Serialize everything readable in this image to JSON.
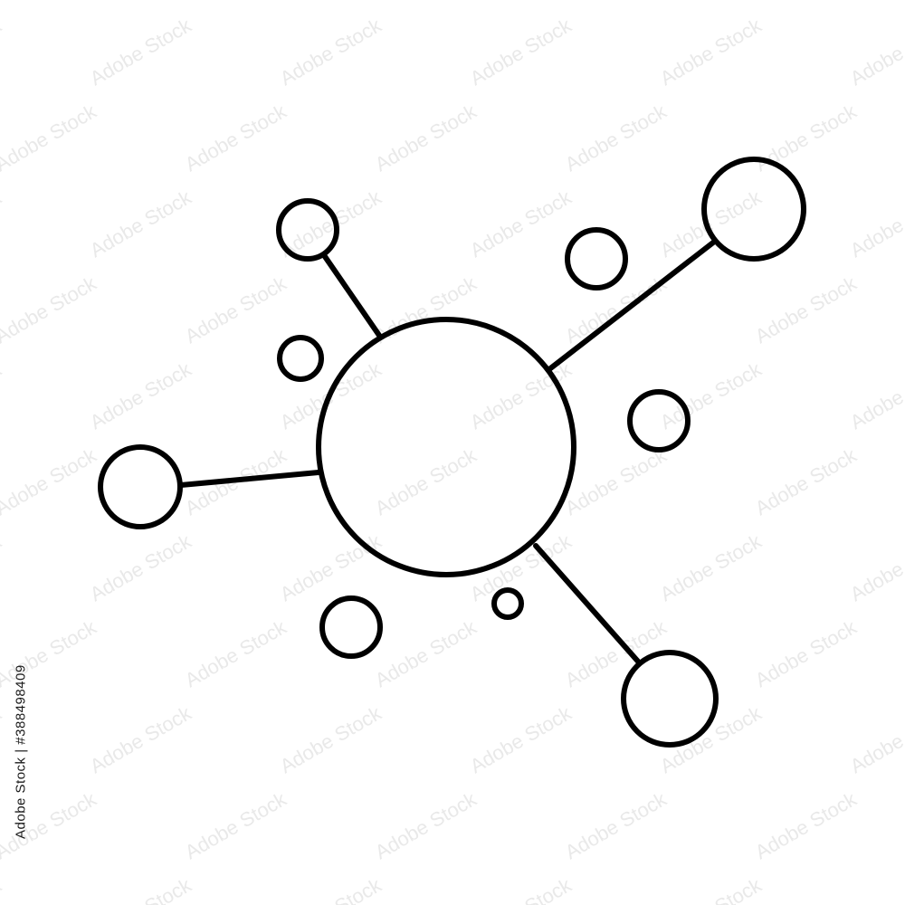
{
  "colors": {
    "background": "#ffffff",
    "stroke": "#000000",
    "watermark": "#e9e9e9"
  },
  "icon": {
    "name": "network-molecule-icon",
    "style": "line-art"
  },
  "watermark": {
    "text": "Adobe Stock"
  },
  "stock_id": {
    "text": "Adobe Stock | #388498409"
  }
}
